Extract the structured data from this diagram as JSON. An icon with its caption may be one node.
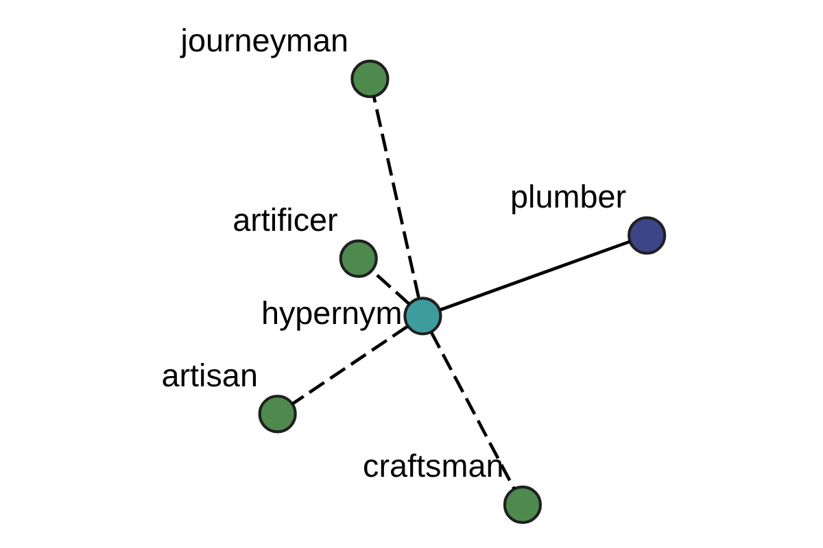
{
  "diagram": {
    "nodes": [
      {
        "text": [
          "artisan"
        ]
      },
      {
        "text": [
          "craftsman"
        ]
      },
      {
        "text": [
          "hypernym"
        ]
      },
      {
        "text": [
          "artificer"
        ]
      },
      {
        "text": [
          "plumber"
        ]
      },
      {
        "text": [
          "journeyman"
        ]
      }
    ],
    "edges": [
      {
        "from": 2,
        "to": 0,
        "arrow": "none",
        "style": "dashed"
      },
      {
        "from": 2,
        "to": 1,
        "arrow": "none",
        "style": "dashed"
      },
      {
        "from": 2,
        "to": 3,
        "arrow": "none",
        "style": "dashed"
      },
      {
        "from": 2,
        "to": 5,
        "arrow": "none",
        "style": "dashed"
      },
      {
        "from": 2,
        "to": 4,
        "arrow": "none"
      }
    ]
  }
}
